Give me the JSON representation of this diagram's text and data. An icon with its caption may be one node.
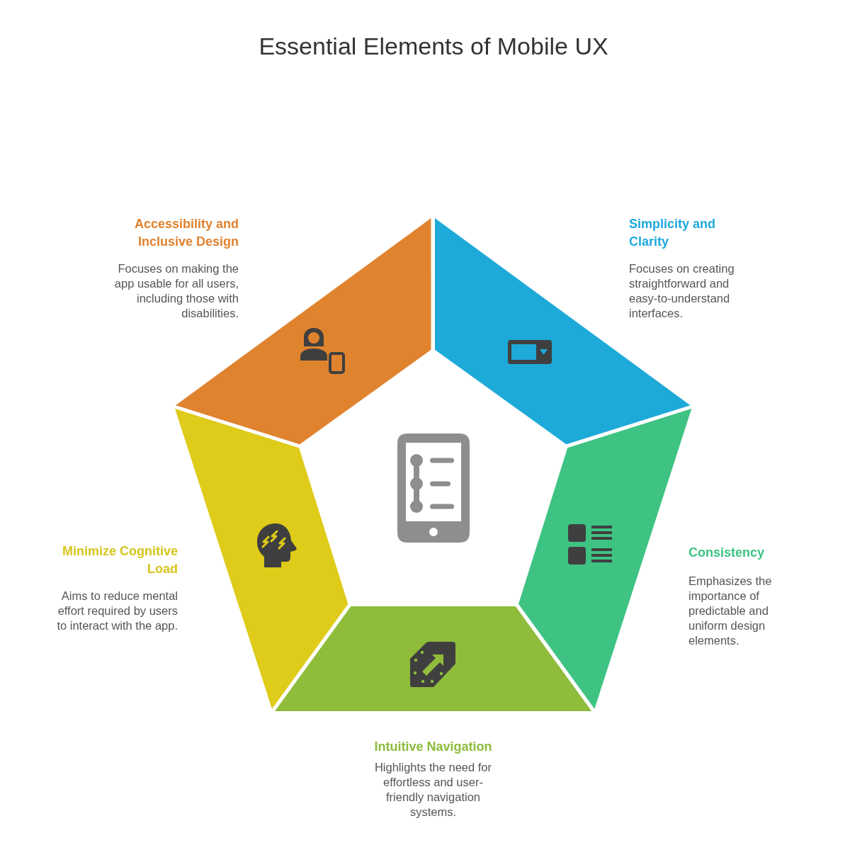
{
  "diagram": {
    "title": "Essential Elements of Mobile UX",
    "nodes": [
      {
        "text": [
          "Accessibility and Inclusive Design",
          "Focuses on making the app usable for all users, including those with disabilities."
        ]
      },
      {
        "text": [
          "Simplicity and Clarity",
          "Focuses on creating straightforward and easy-to-understand interfaces."
        ]
      },
      {
        "text": [
          "Minimize Cognitive Load",
          "Aims to reduce mental effort required by users to interact with the app."
        ]
      },
      {
        "text": [
          "Consistency",
          "Emphasizes the importance of predictable and uniform design elements."
        ]
      },
      {
        "text": [
          "Intuitive Navigation",
          "Highlights the need for effortless and user-friendly navigation systems."
        ]
      }
    ]
  }
}
